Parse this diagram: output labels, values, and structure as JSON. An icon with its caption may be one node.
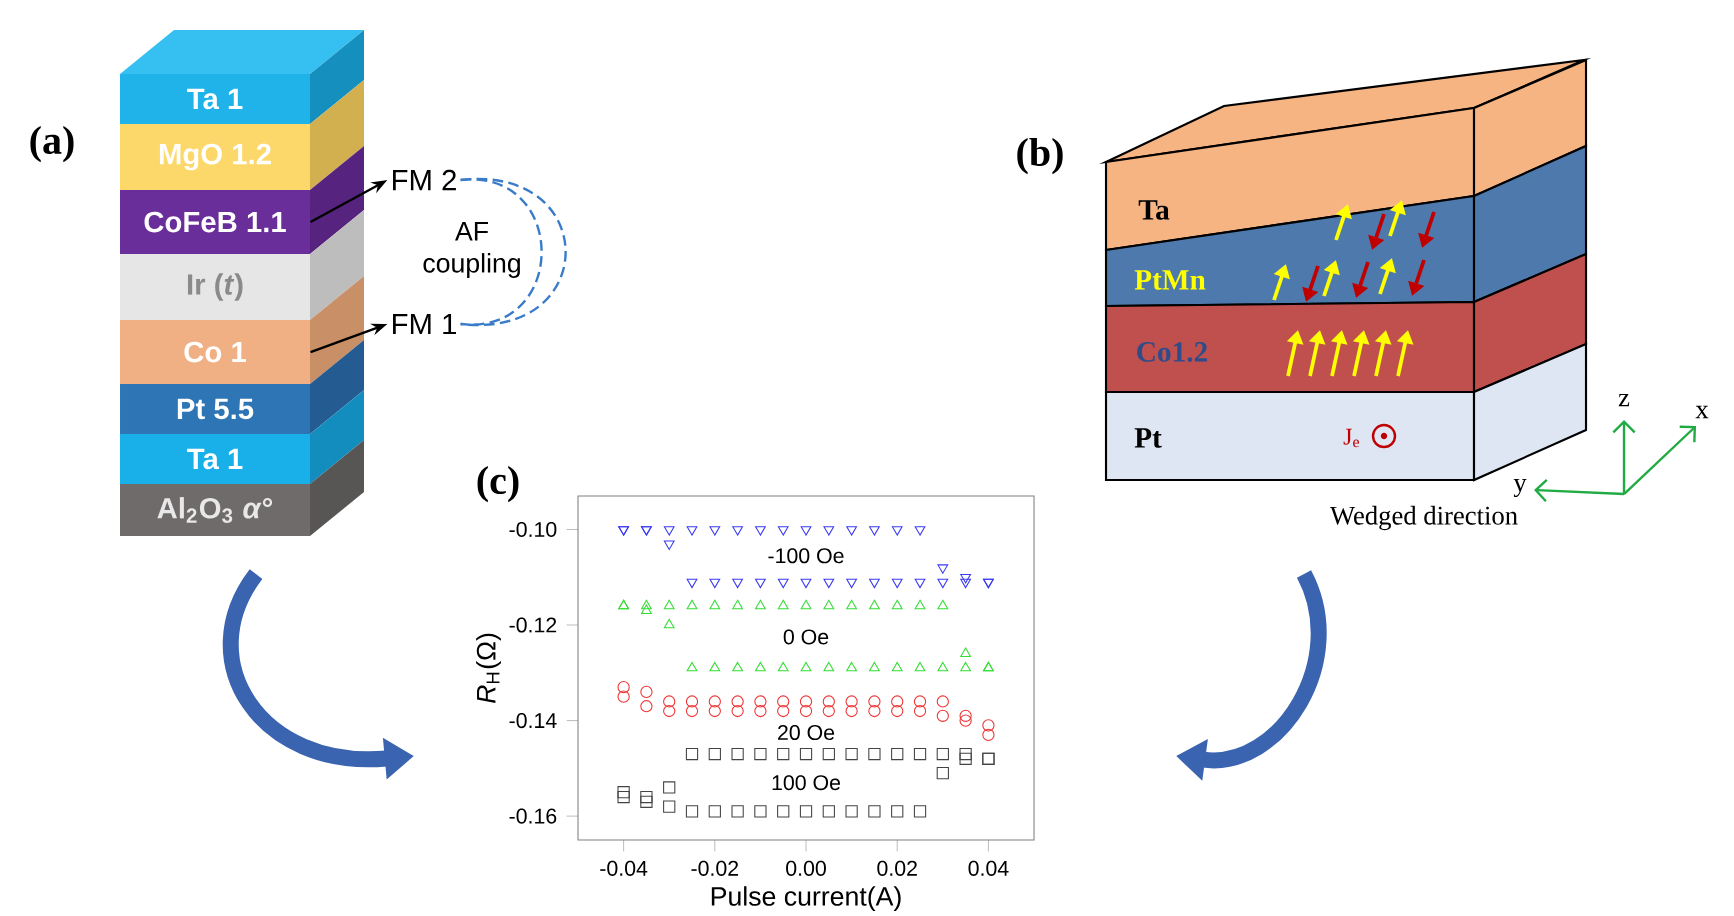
{
  "diagram": {
    "nodes": [
      {
        "text": [
          "Ta 1"
        ]
      },
      {
        "text": [
          "MgO 1.2"
        ]
      },
      {
        "text": [
          "CoFeB 1.1"
        ]
      },
      {
        "text": [
          "Ir (*t*)"
        ]
      },
      {
        "text": [
          "Co 1"
        ]
      },
      {
        "text": [
          "Pt 5.5"
        ]
      },
      {
        "text": [
          "Ta 1"
        ]
      },
      {
        "text": [
          "Al$_{2}$O$_{3}$ *α*°"
        ]
      },
      {
        "text": [
          "FM 2"
        ]
      },
      {
        "text": [
          "FM 1"
        ]
      },
      {
        "text": [
          "Ta"
        ]
      },
      {
        "text": [
          "PtMn"
        ]
      },
      {
        "text": [
          "Co1.2"
        ]
      },
      {
        "text": [
          "Pt"
        ]
      }
    ],
    "edges": [
      {
        "from": 2,
        "to": 8,
        "arrow": "to"
      },
      {
        "from": 4,
        "to": 9,
        "arrow": "to"
      },
      {
        "from": 8,
        "to": 9,
        "arrow": "none",
        "style": "dashed",
        "color": "#3a7cc8",
        "label": "AF coupling"
      },
      {
        "from": 8,
        "to": 9,
        "arrow": "none",
        "style": "dashed",
        "color": "#3a7cc8"
      }
    ],
    "labels": [
      "(a)",
      "(b)",
      "(c)",
      "J$_{e}$",
      "z",
      "x",
      "y",
      "Wedged direction"
    ],
    "chart_data": {
      "type": "scatter",
      "xlabel": "Pulse current(A)",
      "ylabel": "*R*$_{H}$(Ω)",
      "x": [
        -0.04,
        -0.035,
        -0.03,
        -0.025,
        -0.02,
        -0.015,
        -0.01,
        -0.005,
        0.0,
        0.005,
        0.01,
        0.015,
        0.02,
        0.025,
        0.03,
        0.035,
        0.04,
        0.04,
        0.035,
        0.03,
        0.025,
        0.02,
        0.015,
        0.01,
        0.005,
        0.0,
        -0.005,
        -0.01,
        -0.015,
        -0.02,
        -0.025,
        -0.03,
        -0.035,
        -0.04
      ],
      "series": [
        {
          "name": "-100 Oe",
          "color": "#3b3bf0",
          "values": [
            -0.1,
            -0.1,
            -0.1,
            -0.1,
            -0.1,
            -0.1,
            -0.1,
            -0.1,
            -0.1,
            -0.1,
            -0.1,
            -0.1,
            -0.1,
            -0.1,
            -0.108,
            -0.11,
            -0.111,
            -0.111,
            -0.111,
            -0.111,
            -0.111,
            -0.111,
            -0.111,
            -0.111,
            -0.111,
            -0.111,
            -0.111,
            -0.111,
            -0.111,
            -0.111,
            -0.111,
            -0.103,
            -0.1,
            -0.1
          ]
        },
        {
          "name": "0 Oe",
          "color": "#33dd33",
          "values": [
            -0.116,
            -0.116,
            -0.116,
            -0.116,
            -0.116,
            -0.116,
            -0.116,
            -0.116,
            -0.116,
            -0.116,
            -0.116,
            -0.116,
            -0.116,
            -0.116,
            -0.116,
            -0.126,
            -0.129,
            -0.129,
            -0.129,
            -0.129,
            -0.129,
            -0.129,
            -0.129,
            -0.129,
            -0.129,
            -0.129,
            -0.129,
            -0.129,
            -0.129,
            -0.129,
            -0.129,
            -0.12,
            -0.117,
            -0.116
          ]
        },
        {
          "name": "20 Oe",
          "color": "#ee3333",
          "values": [
            -0.133,
            -0.134,
            -0.136,
            -0.136,
            -0.136,
            -0.136,
            -0.136,
            -0.136,
            -0.136,
            -0.136,
            -0.136,
            -0.136,
            -0.136,
            -0.136,
            -0.136,
            -0.139,
            -0.141,
            -0.143,
            -0.14,
            -0.139,
            -0.138,
            -0.138,
            -0.138,
            -0.138,
            -0.138,
            -0.138,
            -0.138,
            -0.138,
            -0.138,
            -0.138,
            -0.138,
            -0.138,
            -0.137,
            -0.135
          ]
        },
        {
          "name": "100 Oe",
          "color": "#444444",
          "values": [
            -0.156,
            -0.157,
            -0.158,
            -0.159,
            -0.159,
            -0.159,
            -0.159,
            -0.159,
            -0.159,
            -0.159,
            -0.159,
            -0.159,
            -0.159,
            -0.159,
            -0.151,
            -0.148,
            -0.148,
            -0.148,
            -0.147,
            -0.147,
            -0.147,
            -0.147,
            -0.147,
            -0.147,
            -0.147,
            -0.147,
            -0.147,
            -0.147,
            -0.147,
            -0.147,
            -0.147,
            -0.154,
            -0.156,
            -0.155
          ]
        }
      ],
      "xlim": [
        -0.05,
        0.05
      ],
      "ylim": [
        -0.165,
        -0.093
      ],
      "xticks": [
        {
          "value": -0.04,
          "label": "-0.04"
        },
        {
          "value": -0.02,
          "label": "-0.02"
        },
        {
          "value": 0.0,
          "label": "0.00"
        },
        {
          "value": 0.02,
          "label": "0.02"
        },
        {
          "value": 0.04,
          "label": "0.04"
        }
      ],
      "yticks": [
        {
          "value": -0.16,
          "label": "-0.16"
        },
        {
          "value": -0.14,
          "label": "-0.14"
        },
        {
          "value": -0.12,
          "label": "-0.12"
        },
        {
          "value": -0.1,
          "label": "-0.10"
        }
      ]
    }
  }
}
